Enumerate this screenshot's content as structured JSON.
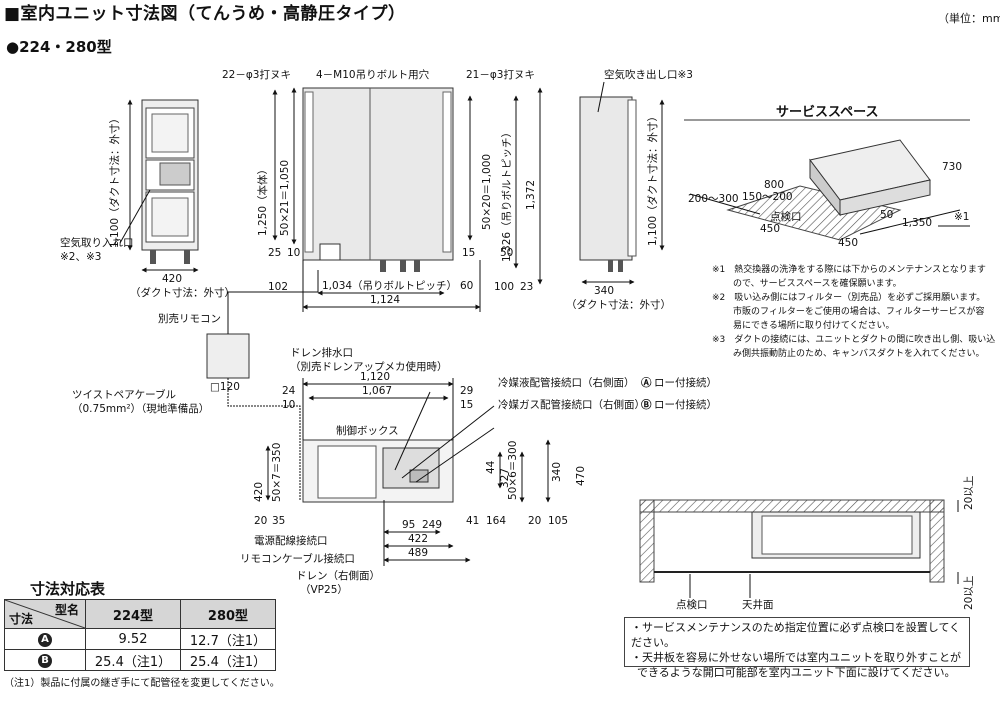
{
  "header": {
    "title": "■室内ユニット寸法図（てんうめ・高静圧タイプ）",
    "unit": "（単位：mm）",
    "model": "●224・280型"
  },
  "front": {
    "exhaust_left": "22－φ3打ヌキ",
    "bolt_holes": "4－M10吊りボルト用穴",
    "exhaust_right": "21－φ3打ヌキ",
    "height_body": "1,250（本体）",
    "pitch_left": "50×21＝1,050",
    "pitch_right": "50×20＝1,000",
    "bolt_pitch_v": "1,326（吊りボルトピッチ）",
    "height_total": "1,372",
    "d25": "25",
    "d10": "10",
    "d15": "15",
    "d50": "50",
    "d102": "102",
    "d100": "100",
    "d23": "23",
    "bolt_pitch_h": "1,034（吊りボルトピッチ）",
    "d60": "60",
    "width": "1,124"
  },
  "left_side": {
    "duct_h": "1,100（ダクト寸法：外寸）",
    "inlet": "空気取り入れ口",
    "inlet_note": "※2、※3",
    "w420": "420",
    "duct_w": "（ダクト寸法：外寸）"
  },
  "right_side": {
    "outlet": "空気吹き出し口※3",
    "duct_h": "1,100（ダクト寸法：外寸）",
    "w340": "340",
    "duct_w": "（ダクト寸法：外寸）"
  },
  "service": {
    "title": "サービススペース",
    "d730": "730",
    "d800": "800",
    "d150_200": "150～200",
    "d200_300": "200～300",
    "inspection": "点検口",
    "d450a": "450",
    "d50": "50",
    "d1350": "1,350",
    "d450b": "450",
    "note_mark": "※1"
  },
  "service_notes": [
    "※1　熱交換器の洗浄をする際には下からのメンテナンスとなります",
    "ので、サービススペースを確保願います。",
    "※2　吸い込み側にはフィルター（別売品）を必ずご採用願います。",
    "市販のフィルターをご使用の場合は、フィルターサービスが容",
    "易にできる場所に取り付けてください。",
    "※3　ダクトの接続には、ユニットとダクトの間に吹き出し側、吸い込",
    "み側共振動防止のため、キャンバスダクトを入れてください。"
  ],
  "remote": {
    "label": "別売リモコン",
    "size": "□120",
    "cable": "ツイストペアケーブル",
    "cable_spec": "（0.75mm²）（現地準備品）"
  },
  "bottom": {
    "drain_outlet": "ドレン排水口",
    "drain_note": "（別売ドレンアップメカ使用時）",
    "w1120": "1,120",
    "w1067": "1,067",
    "d24": "24",
    "d10": "10",
    "d29": "29",
    "d15": "15",
    "control_box": "制御ボックス",
    "liquid": "冷媒液配管接続口（右側面）",
    "liquid_tail": "ロー付接続）",
    "gas": "冷媒ガス配管接続口（右側面）",
    "gas_tail": "ロー付接続）",
    "pitch": "50×7＝350",
    "pitch2": "50×6＝300",
    "d420": "420",
    "d20": "20",
    "d35": "35",
    "d44": "44",
    "d327": "327",
    "d340": "340",
    "d470": "470",
    "d95": "95",
    "d249": "249",
    "d41": "41",
    "d164": "164",
    "d20b": "20",
    "d105": "105",
    "d422": "422",
    "d489": "489",
    "power": "電源配線接続口",
    "remote_cable": "リモコンケーブル接続口",
    "drain_side": "ドレン（右側面）",
    "vp25": "（VP25）"
  },
  "ceiling": {
    "inspection": "点検口",
    "ceiling": "天井面",
    "up_top": "20以上",
    "up_bottom": "20以上"
  },
  "install_notes": [
    "・サービスメンテナンスのため指定位置に必ず点検口を設置してください。",
    "・天井板を容易に外せない場所では室内ユニットを取り外すことが",
    "できるような開口可能部を室内ユニット下面に設けてください。"
  ],
  "dim_table": {
    "title": "寸法対応表",
    "h_model": "型名",
    "h_dim": "寸法",
    "c224": "224型",
    "c280": "280型",
    "rows": [
      {
        "key": "A",
        "v224": "9.52",
        "v280": "12.7（注1）"
      },
      {
        "key": "B",
        "v224": "25.4（注1）",
        "v280": "25.4（注1）"
      }
    ],
    "footnote": "（注1）製品に付属の継ぎ手にて配管径を変更してください。"
  }
}
